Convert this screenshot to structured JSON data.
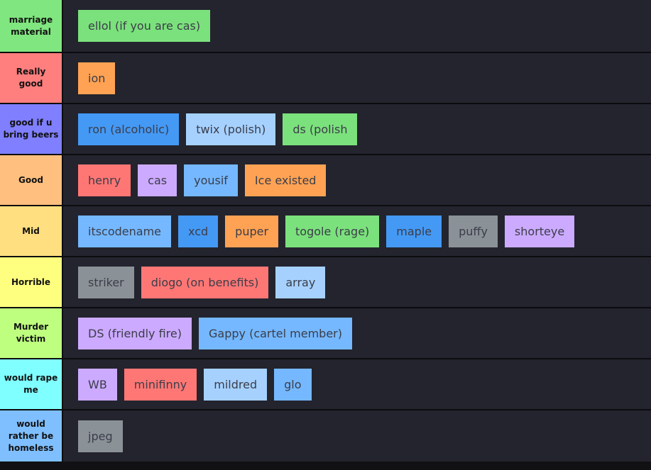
{
  "colors": {
    "green": "#80e67f",
    "red": "#ff7f7e",
    "purple": "#7f7fff",
    "peach": "#ffbf7f",
    "yellowOrange": "#ffdf80",
    "yellow": "#ffff7f",
    "lime": "#bfff7f",
    "cyan": "#7fffff",
    "skyBlue": "#7fbfff",
    "itemGreen": "#7be17c",
    "itemOrange": "#ffa253",
    "itemBlue": "#4499f5",
    "itemLightBlue": "#a6d1ff",
    "itemSalmon": "#ff7775",
    "itemLavender": "#ccaaff",
    "itemCornflower": "#75b8ff",
    "itemGray": "#8b9297"
  },
  "tiers": [
    {
      "label": "marriage material",
      "color": "#80e67f",
      "items": [
        {
          "text": "ellol (if you are cas)",
          "color": "#7be17c"
        }
      ]
    },
    {
      "label": "Really good",
      "color": "#ff7f7e",
      "items": [
        {
          "text": "ion",
          "color": "#ffa253"
        }
      ]
    },
    {
      "label": "good if u bring beers",
      "color": "#7f7fff",
      "items": [
        {
          "text": "ron (alcoholic)",
          "color": "#4499f5"
        },
        {
          "text": "twix (polish)",
          "color": "#a6d1ff"
        },
        {
          "text": "ds (polish",
          "color": "#7be17c"
        }
      ]
    },
    {
      "label": "Good",
      "color": "#ffbf7f",
      "items": [
        {
          "text": "henry",
          "color": "#ff7775"
        },
        {
          "text": "cas",
          "color": "#ccaaff"
        },
        {
          "text": "yousif",
          "color": "#75b8ff"
        },
        {
          "text": "Ice existed",
          "color": "#ffa253"
        }
      ]
    },
    {
      "label": "Mid",
      "color": "#ffdf80",
      "items": [
        {
          "text": "itscodename",
          "color": "#75b8ff"
        },
        {
          "text": "xcd",
          "color": "#4499f5"
        },
        {
          "text": "puper",
          "color": "#ffa253"
        },
        {
          "text": "togole (rage)",
          "color": "#7be17c"
        },
        {
          "text": "maple",
          "color": "#4499f5"
        },
        {
          "text": "puffy",
          "color": "#8b9297"
        },
        {
          "text": "shorteye",
          "color": "#ccaaff"
        }
      ]
    },
    {
      "label": "Horrible",
      "color": "#ffff7f",
      "items": [
        {
          "text": "striker",
          "color": "#8b9297"
        },
        {
          "text": "diogo (on benefits)",
          "color": "#ff7775"
        },
        {
          "text": "array",
          "color": "#a6d1ff"
        }
      ]
    },
    {
      "label": "Murder victim",
      "color": "#bfff7f",
      "items": [
        {
          "text": "DS (friendly fire)",
          "color": "#ccaaff"
        },
        {
          "text": "Gappy (cartel member)",
          "color": "#75b8ff"
        }
      ]
    },
    {
      "label": "would rape me",
      "color": "#7fffff",
      "items": [
        {
          "text": "WB",
          "color": "#ccaaff"
        },
        {
          "text": "minifinny",
          "color": "#ff7775"
        },
        {
          "text": "mildred",
          "color": "#a6d1ff"
        },
        {
          "text": "glo",
          "color": "#75b8ff"
        }
      ]
    },
    {
      "label": "would rather be homeless",
      "color": "#7fbfff",
      "items": [
        {
          "text": "jpeg",
          "color": "#8b9297"
        }
      ]
    }
  ]
}
